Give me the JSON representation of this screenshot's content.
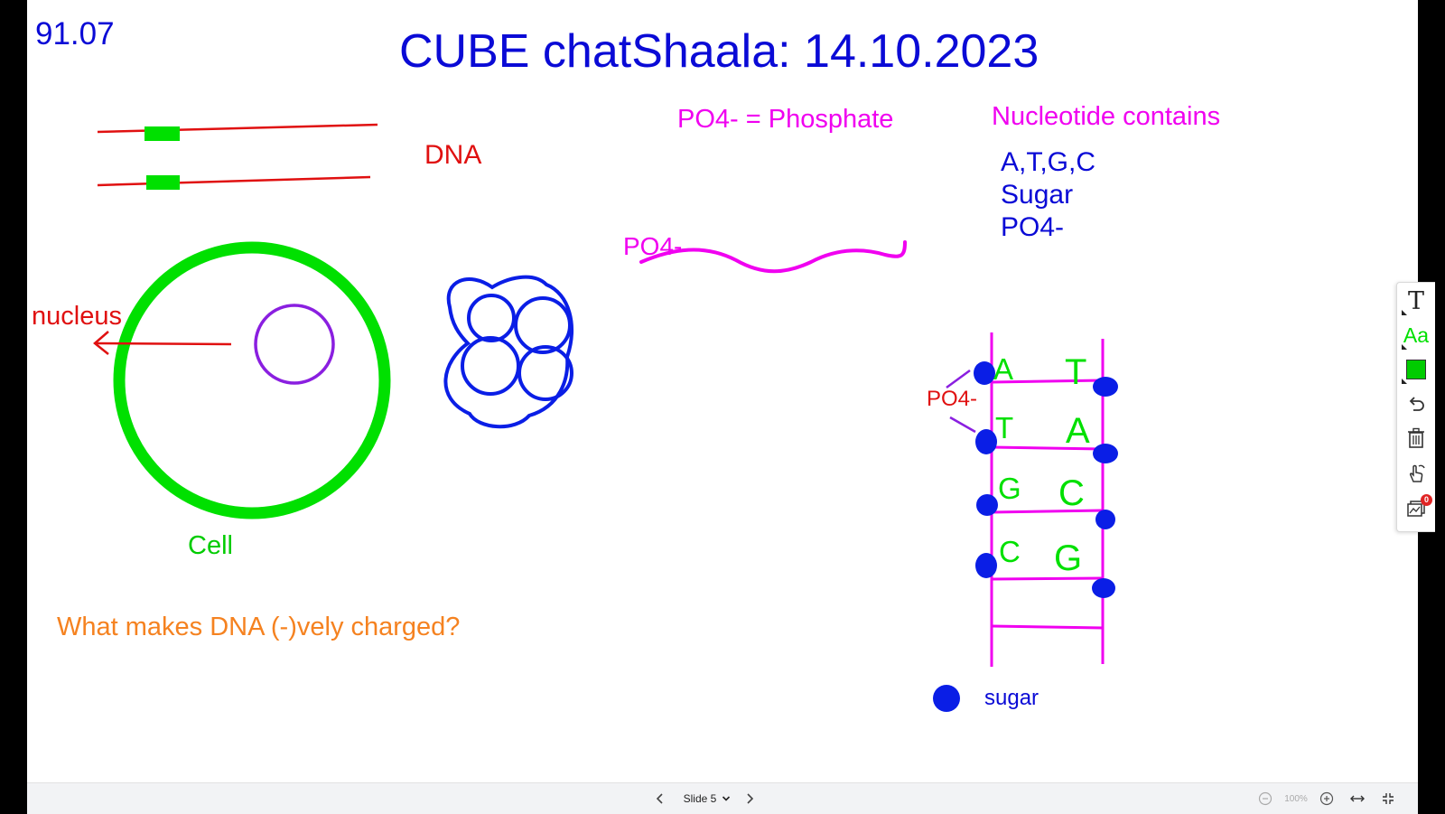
{
  "board": {
    "timer": "91.07",
    "title": "CUBE chatShaala: 14.10.2023",
    "dna_label": "DNA",
    "nucleus_label": "nucleus",
    "cell_label": "Cell",
    "question": "What makes DNA (-)vely charged?",
    "phosphate_def": "PO4- = Phosphate",
    "strand_label": "PO4-",
    "nucleotide_heading": "Nucleotide contains",
    "nucleotide_items": [
      "A,T,G,C",
      "Sugar",
      "PO4-"
    ],
    "ladder_po4_label": "PO4-",
    "base_pairs": [
      {
        "left": "A",
        "right": "T"
      },
      {
        "left": "T",
        "right": "A"
      },
      {
        "left": "G",
        "right": "C"
      },
      {
        "left": "C",
        "right": "G"
      }
    ],
    "sugar_legend": "sugar"
  },
  "colors": {
    "title_blue": "#0a0ad6",
    "red": "#e01010",
    "green": "#00e000",
    "magenta": "#f000f0",
    "orange": "#f58220",
    "purple": "#8a1fe0",
    "sugar_blue": "#0a1ee6"
  },
  "toolbar": {
    "text_tool_glyph": "T",
    "font_tool_glyph": "Aa",
    "badge_count": "0",
    "icons": [
      "text-icon",
      "font-icon",
      "color-swatch-icon",
      "undo-icon",
      "trash-icon",
      "hand-icon",
      "slides-icon"
    ]
  },
  "bottom_bar": {
    "slide_label": "Slide 5",
    "zoom": "100%",
    "icons": [
      "chevron-left-icon",
      "chevron-down-icon",
      "chevron-right-icon",
      "zoom-out-icon",
      "zoom-in-icon",
      "fit-width-icon",
      "collapse-icon"
    ]
  }
}
